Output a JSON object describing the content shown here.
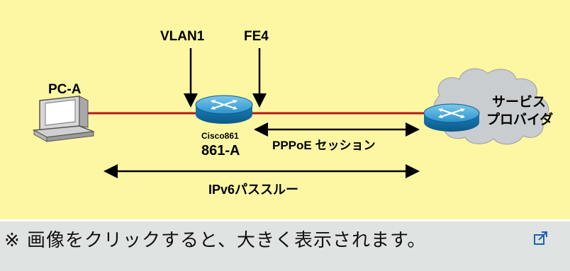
{
  "diagram": {
    "labels": {
      "vlan": "VLAN1",
      "fe": "FE4",
      "pc": "PC-A",
      "router_model": "Cisco861",
      "router_name": "861-A",
      "isp_line1": "サービス",
      "isp_line2": "プロバイダ",
      "pppoe": "PPPoE セッション",
      "passthru": "IPv6パススルー"
    },
    "colors": {
      "background": "#fdf7a4",
      "link": "#b8171a",
      "router": "#1c8bc4",
      "cloud": "#c9cdd0"
    }
  },
  "caption": {
    "text": "※ 画像をクリックすると、大きく表示されます。",
    "icon": "external-link-icon"
  }
}
